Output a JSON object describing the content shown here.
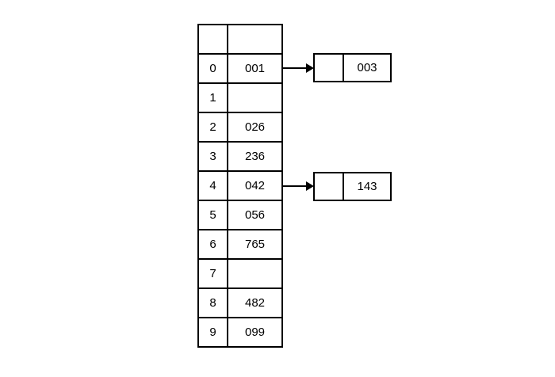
{
  "diagram": {
    "kind": "hash-table-with-chaining",
    "colors": {
      "line": "#000000",
      "background": "#ffffff",
      "text": "#000000"
    },
    "table": {
      "header": {
        "index": "",
        "value": ""
      },
      "rows": [
        {
          "index": "0",
          "value": "001"
        },
        {
          "index": "1",
          "value": ""
        },
        {
          "index": "2",
          "value": "026"
        },
        {
          "index": "3",
          "value": "236"
        },
        {
          "index": "4",
          "value": "042"
        },
        {
          "index": "5",
          "value": "056"
        },
        {
          "index": "6",
          "value": "765"
        },
        {
          "index": "7",
          "value": ""
        },
        {
          "index": "8",
          "value": "482"
        },
        {
          "index": "9",
          "value": "099"
        }
      ]
    },
    "nodes": [
      {
        "pointer_cell": "",
        "value": "003",
        "linked_from_index": "0"
      },
      {
        "pointer_cell": "",
        "value": "143",
        "linked_from_index": "4"
      }
    ],
    "arrows": [
      {
        "from_index": "0",
        "to_value": "003"
      },
      {
        "from_index": "4",
        "to_value": "143"
      }
    ]
  }
}
